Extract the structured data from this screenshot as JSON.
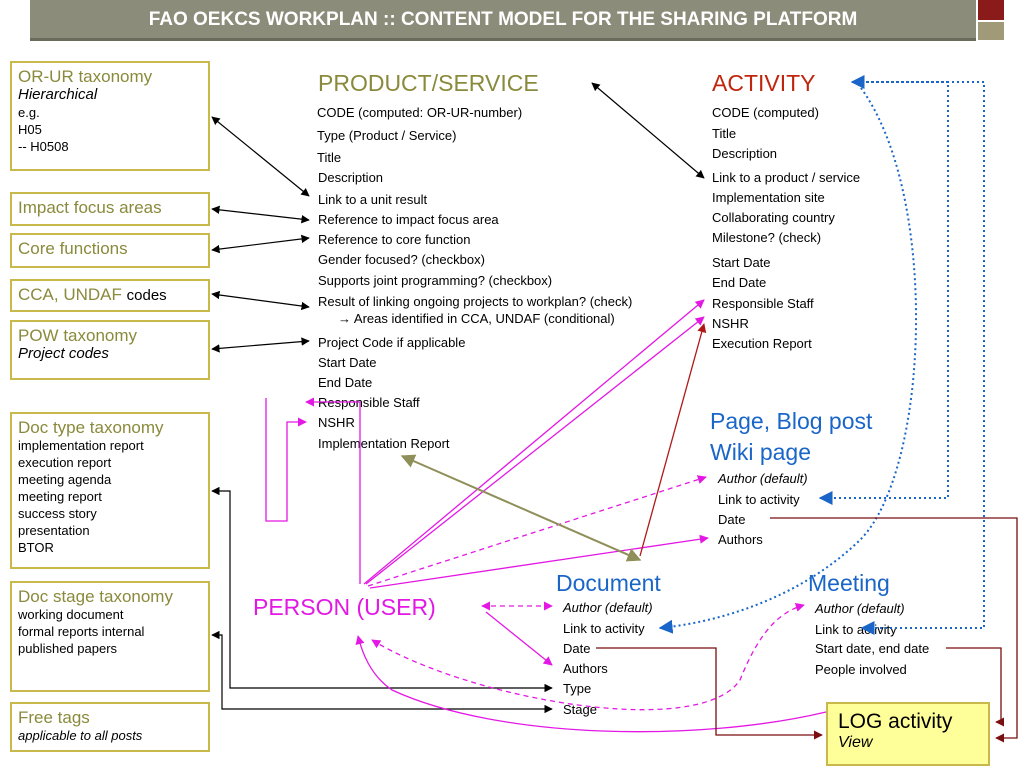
{
  "title": "FAO OEKCS WORKPLAN :: CONTENT MODEL FOR THE SHARING PLATFORM",
  "left_boxes": {
    "or_ur": {
      "heading": "OR-UR taxonomy",
      "sub": "Hierarchical",
      "items": [
        "e.g.",
        "H05",
        "-- H0508"
      ]
    },
    "impact": {
      "heading": "Impact focus areas"
    },
    "core": {
      "heading": "Core functions"
    },
    "cca": {
      "heading": "CCA, UNDAF",
      "suffix": "codes"
    },
    "pow": {
      "heading": "POW taxonomy",
      "sub": "Project codes"
    },
    "doctype": {
      "heading": "Doc type taxonomy",
      "items": [
        "implementation report",
        "execution report",
        "meeting agenda",
        "meeting report",
        "success story",
        "presentation",
        "BTOR"
      ]
    },
    "docstage": {
      "heading": "Doc stage taxonomy",
      "items": [
        "working document",
        "formal reports internal",
        "published papers"
      ]
    },
    "freetags": {
      "heading": "Free tags",
      "sub": "applicable to all posts"
    }
  },
  "product": {
    "title": "PRODUCT/SERVICE",
    "fields": [
      "CODE (computed: OR-UR-number)",
      "Type (Product / Service)",
      "Title",
      "Description",
      "Link to a unit result",
      "Reference to impact focus area",
      "Reference to core function",
      "Gender focused? (checkbox)",
      "Supports joint programming? (checkbox)",
      "Result of linking ongoing projects to workplan? (check)",
      "→ Areas identified in CCA, UNDAF (conditional)",
      "Project Code if applicable",
      "Start Date",
      "End Date",
      "Responsible Staff",
      "NSHR",
      "Implementation Report"
    ]
  },
  "activity": {
    "title": "ACTIVITY",
    "fields": [
      "CODE (computed)",
      "Title",
      "Description",
      "Link to a product / service",
      "Implementation site",
      "Collaborating country",
      "Milestone? (check)",
      "Start Date",
      "End Date",
      "Responsible Staff",
      "NSHR",
      "Execution Report"
    ]
  },
  "page": {
    "title_line1": "Page, Blog post",
    "title_line2": "Wiki page",
    "fields": [
      "Author (default)",
      "Link to activity",
      "Date",
      "Authors"
    ]
  },
  "person": {
    "title": "PERSON (USER)"
  },
  "document": {
    "title": "Document",
    "fields": [
      "Author (default)",
      "Link to activity",
      "Date",
      "Authors",
      "Type",
      "Stage"
    ]
  },
  "meeting": {
    "title": "Meeting",
    "fields": [
      "Author (default)",
      "Link to activity",
      "Start date, end date",
      "People involved"
    ]
  },
  "log": {
    "title": "LOG activity",
    "sub": "View"
  },
  "colors": {
    "olive": "#8a8a3c",
    "red": "#c0260e",
    "blue": "#1a66c8",
    "magenta": "#e418e4",
    "darkred": "#7a0f0f",
    "khaki": "#8f8f5a"
  }
}
